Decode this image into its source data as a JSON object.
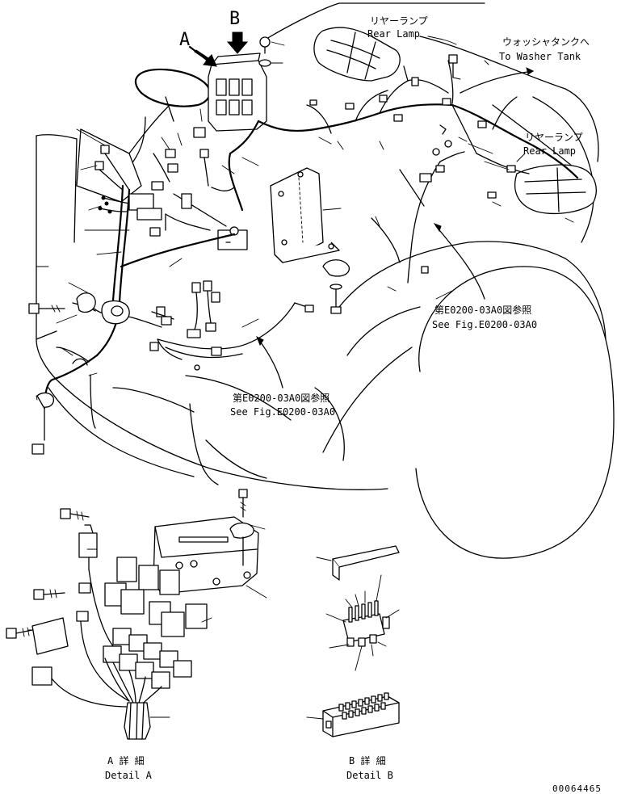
{
  "callouts": {
    "view_a": "A",
    "view_b": "B"
  },
  "labels": {
    "rear_lamp_top_jp": "リヤーランプ",
    "rear_lamp_top_en": "Rear Lamp",
    "washer_tank_jp": "ウォッシャタンクへ",
    "washer_tank_en": "To Washer Tank",
    "rear_lamp_right_jp": "リヤーランプ",
    "rear_lamp_right_en": "Rear Lamp",
    "ref_right_jp": "第E0200-03A0図参照",
    "ref_right_en": "See Fig.E0200-03A0",
    "ref_center_jp": "第E0200-03A0図参照",
    "ref_center_en": "See Fig.E0200-03A0",
    "detail_a_jp": "A 詳 細",
    "detail_a_en": "Detail A",
    "detail_b_jp": "B 詳 細",
    "detail_b_en": "Detail B",
    "drawing_number": "00064465"
  }
}
